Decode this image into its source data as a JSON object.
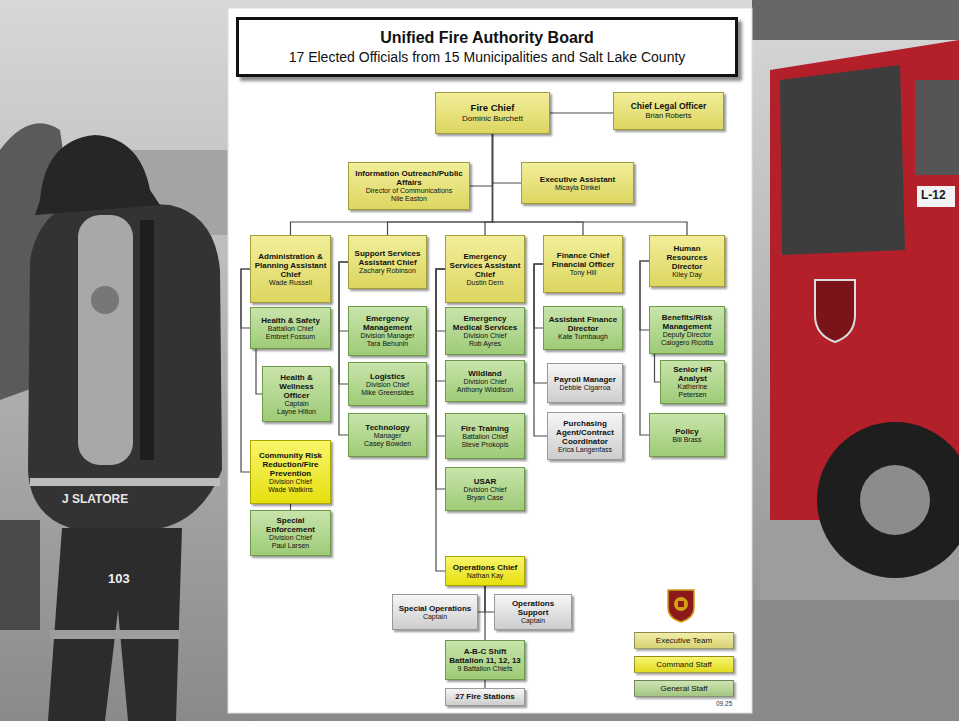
{
  "diagram": {
    "nodes": [
      {
        "text": [
          "Unified Fire Authority Board",
          "17 Elected Officials from 15 Municipalities and Salt Lake County"
        ]
      },
      {
        "text": [
          "Fire Chief",
          "Dominic Burchett"
        ]
      },
      {
        "text": [
          "Chief Legal Officer",
          "Brian Roberts"
        ]
      },
      {
        "text": [
          "Information Outreach/Public Affairs",
          "Director of Communications",
          "Nile Easton"
        ]
      },
      {
        "text": [
          "Executive Assistant",
          "Micayla Dinkel"
        ]
      },
      {
        "text": [
          "Administration & Planning Assistant Chief",
          "Wade Russell"
        ]
      },
      {
        "text": [
          "Support Services Assistant Chief",
          "Zachary Robinson"
        ]
      },
      {
        "text": [
          "Emergency Services Assistant Chief",
          "Dustin Dern"
        ]
      },
      {
        "text": [
          "Finance Chief Financial Officer",
          "Tony Hill"
        ]
      },
      {
        "text": [
          "Human Resources Director",
          "Kiley Day"
        ]
      },
      {
        "text": [
          "Health & Safety",
          "Battalion Chief",
          "Embret Fossum"
        ]
      },
      {
        "text": [
          "Health & Wellness Officer",
          "Captain",
          "Layne Hilton"
        ]
      },
      {
        "text": [
          "Community Risk Reduction/Fire Prevention",
          "Division Chief",
          "Wade Watkins"
        ]
      },
      {
        "text": [
          "Special Enforcement",
          "Division Chief",
          "Paul Larsen"
        ]
      },
      {
        "text": [
          "Emergency Management",
          "Division Manager",
          "Tara Behunin"
        ]
      },
      {
        "text": [
          "Logistics",
          "Division Chief",
          "Mike Greensides"
        ]
      },
      {
        "text": [
          "Technology",
          "Manager",
          "Casey Bowden"
        ]
      },
      {
        "text": [
          "Emergency Medical Services",
          "Division Chief",
          "Rob Ayres"
        ]
      },
      {
        "text": [
          "Wildland",
          "Division Chief",
          "Anthony Widdison"
        ]
      },
      {
        "text": [
          "Fire Training",
          "Battalion Chief",
          "Steve Prokopis"
        ]
      },
      {
        "text": [
          "USAR",
          "Division Chief",
          "Bryan Case"
        ]
      },
      {
        "text": [
          "Operations Chief",
          "Nathan Kay"
        ]
      },
      {
        "text": [
          "Special Operations",
          "Captain"
        ]
      },
      {
        "text": [
          "Operations Support",
          "Captain"
        ]
      },
      {
        "text": [
          "A-B-C Shift",
          "Battalion 11, 12, 13",
          "9 Battalion Chiefs"
        ]
      },
      {
        "text": [
          "27 Fire Stations"
        ]
      },
      {
        "text": [
          "Assistant Finance Director",
          "Kate Turnbaugh"
        ]
      },
      {
        "text": [
          "Payroll Manager",
          "Debbie Cigarroa"
        ]
      },
      {
        "text": [
          "Purchasing Agent/Contract Coordinator",
          "Erica Langenfass"
        ]
      },
      {
        "text": [
          "Benefits/Risk Management",
          "Deputy Director",
          "Calogero Ricotta"
        ]
      },
      {
        "text": [
          "Senior HR Analyst",
          "Katherine Petersen"
        ]
      },
      {
        "text": [
          "Policy",
          "Bill Brass"
        ]
      }
    ],
    "edges": [
      {
        "from": 1,
        "to": 2,
        "arrow": "none"
      },
      {
        "from": 1,
        "to": 3,
        "arrow": "none"
      },
      {
        "from": 1,
        "to": 4,
        "arrow": "none"
      },
      {
        "from": 1,
        "to": 5,
        "arrow": "none"
      },
      {
        "from": 1,
        "to": 6,
        "arrow": "none"
      },
      {
        "from": 1,
        "to": 7,
        "arrow": "none"
      },
      {
        "from": 1,
        "to": 8,
        "arrow": "none"
      },
      {
        "from": 1,
        "to": 9,
        "arrow": "none"
      },
      {
        "from": 5,
        "to": 10,
        "arrow": "none"
      },
      {
        "from": 10,
        "to": 11,
        "arrow": "none"
      },
      {
        "from": 5,
        "to": 12,
        "arrow": "none"
      },
      {
        "from": 12,
        "to": 13,
        "arrow": "none"
      },
      {
        "from": 6,
        "to": 14,
        "arrow": "none"
      },
      {
        "from": 6,
        "to": 15,
        "arrow": "none"
      },
      {
        "from": 6,
        "to": 16,
        "arrow": "none"
      },
      {
        "from": 7,
        "to": 17,
        "arrow": "none"
      },
      {
        "from": 7,
        "to": 18,
        "arrow": "none"
      },
      {
        "from": 7,
        "to": 19,
        "arrow": "none"
      },
      {
        "from": 7,
        "to": 20,
        "arrow": "none"
      },
      {
        "from": 7,
        "to": 21,
        "arrow": "none"
      },
      {
        "from": 21,
        "to": 22,
        "arrow": "none"
      },
      {
        "from": 21,
        "to": 23,
        "arrow": "none"
      },
      {
        "from": 21,
        "to": 24,
        "arrow": "none"
      },
      {
        "from": 24,
        "to": 25,
        "arrow": "none"
      },
      {
        "from": 8,
        "to": 26,
        "arrow": "none"
      },
      {
        "from": 8,
        "to": 27,
        "arrow": "none"
      },
      {
        "from": 8,
        "to": 28,
        "arrow": "none"
      },
      {
        "from": 9,
        "to": 29,
        "arrow": "none"
      },
      {
        "from": 29,
        "to": 30,
        "arrow": "none"
      },
      {
        "from": 9,
        "to": 31,
        "arrow": "none"
      }
    ],
    "labels": [
      "09.25",
      "J SLATORE",
      "103",
      "L-12"
    ],
    "legend": [
      {
        "text": "Executive Team",
        "color": "#e9e47c"
      },
      {
        "text": "Command Staff",
        "color": "#f4ef24"
      },
      {
        "text": "General Staff",
        "color": "#b2d68c"
      }
    ]
  }
}
